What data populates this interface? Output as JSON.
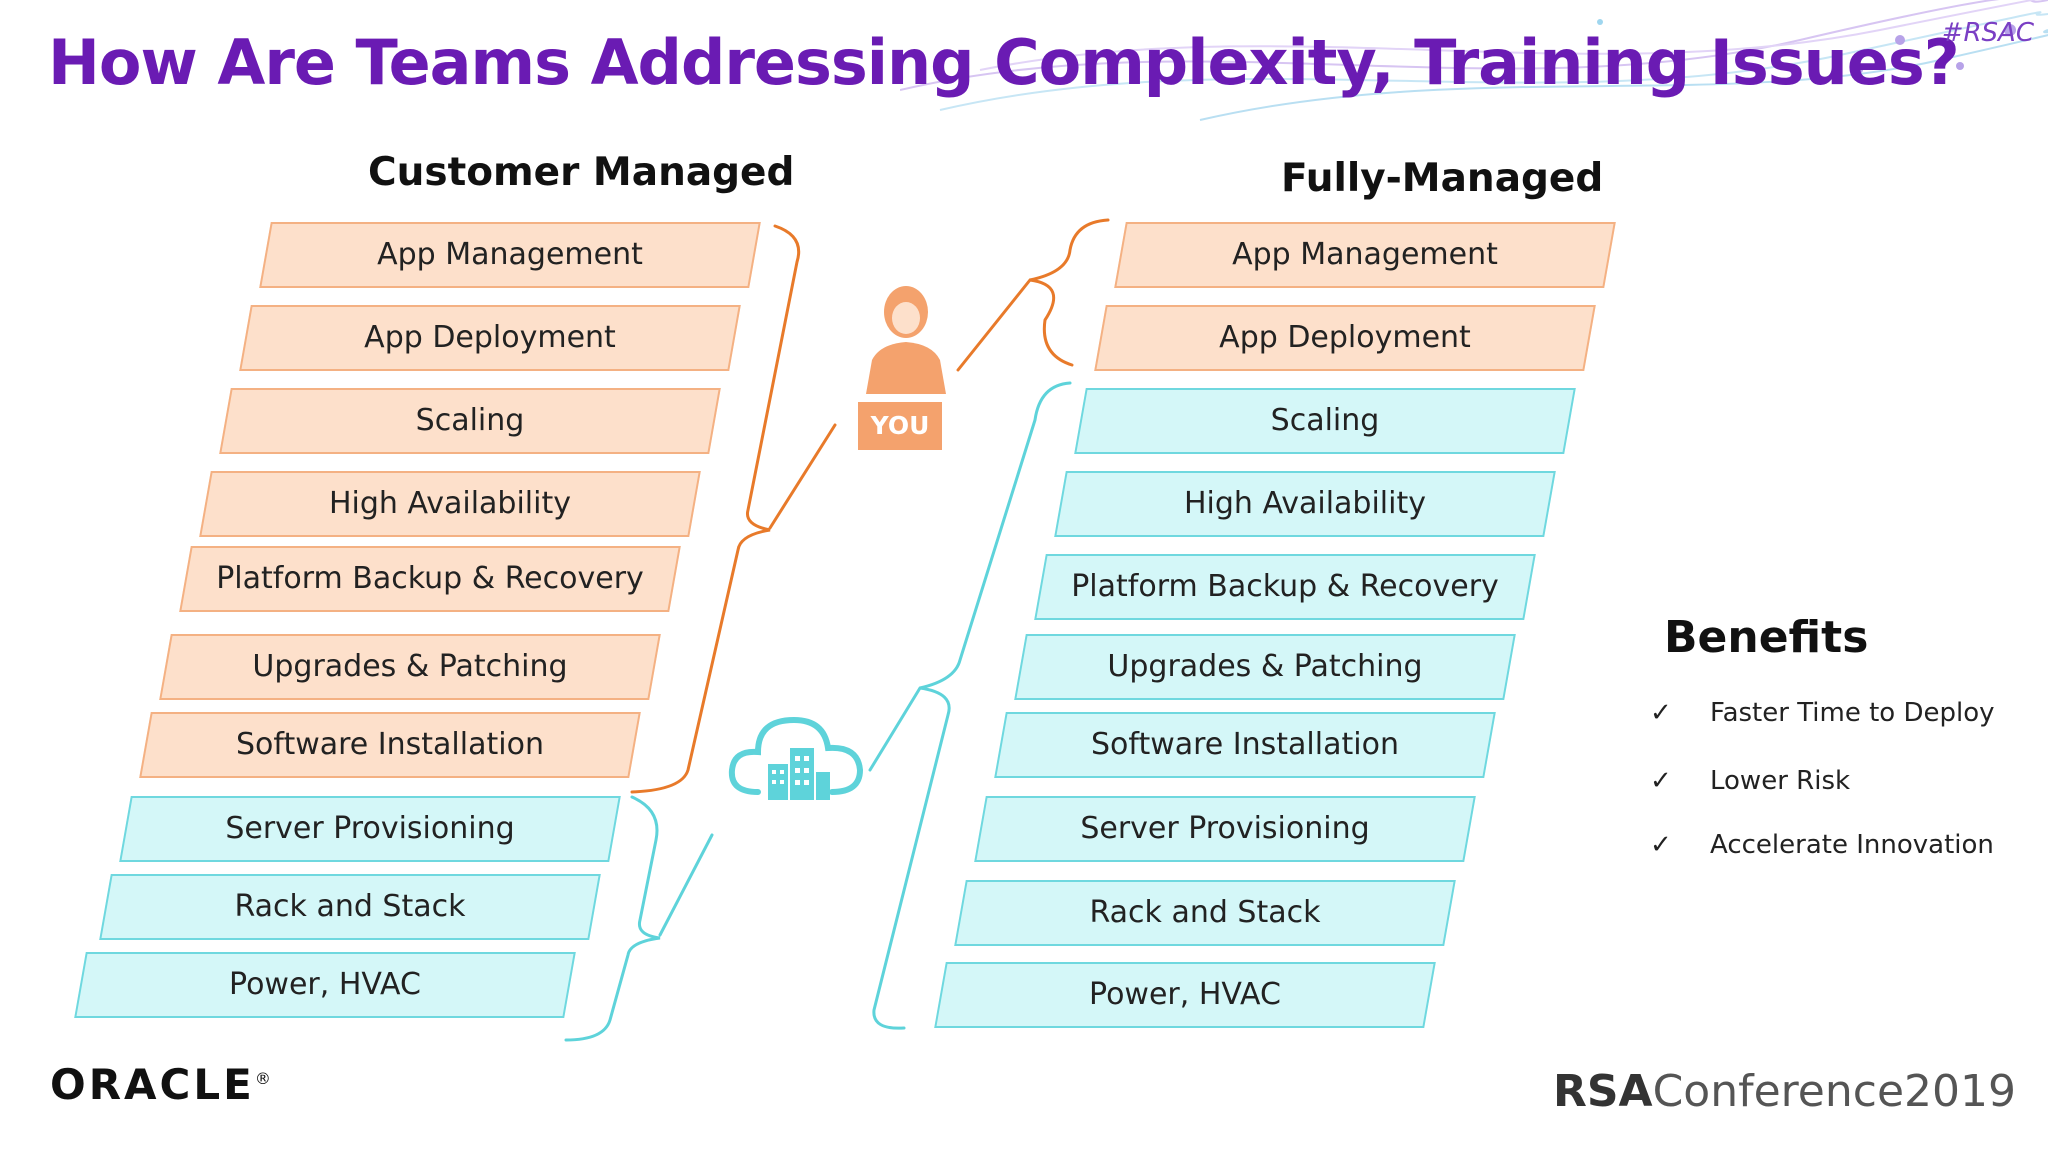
{
  "slide": {
    "title": "How Are Teams Addressing Complexity, Training Issues?",
    "hashtag": "#RSAC"
  },
  "customer_managed": {
    "heading": "Customer Managed",
    "layers": [
      {
        "label": "App Management",
        "owner": "you"
      },
      {
        "label": "App Deployment",
        "owner": "you"
      },
      {
        "label": "Scaling",
        "owner": "you"
      },
      {
        "label": "High Availability",
        "owner": "you"
      },
      {
        "label": "Platform Backup & Recovery",
        "owner": "you"
      },
      {
        "label": "Upgrades & Patching",
        "owner": "you"
      },
      {
        "label": "Software Installation",
        "owner": "you"
      },
      {
        "label": "Server Provisioning",
        "owner": "cloud"
      },
      {
        "label": "Rack and Stack",
        "owner": "cloud"
      },
      {
        "label": "Power, HVAC",
        "owner": "cloud"
      }
    ]
  },
  "fully_managed": {
    "heading": "Fully-Managed",
    "layers": [
      {
        "label": "App Management",
        "owner": "you"
      },
      {
        "label": "App Deployment",
        "owner": "you"
      },
      {
        "label": "Scaling",
        "owner": "cloud"
      },
      {
        "label": "High Availability",
        "owner": "cloud"
      },
      {
        "label": "Platform Backup & Recovery",
        "owner": "cloud"
      },
      {
        "label": "Upgrades & Patching",
        "owner": "cloud"
      },
      {
        "label": "Software Installation",
        "owner": "cloud"
      },
      {
        "label": "Server Provisioning",
        "owner": "cloud"
      },
      {
        "label": "Rack and Stack",
        "owner": "cloud"
      },
      {
        "label": "Power, HVAC",
        "owner": "cloud"
      }
    ]
  },
  "you_badge": {
    "label": "YOU",
    "icon": "person-icon"
  },
  "cloud_badge": {
    "icon": "cloud-building-icon"
  },
  "benefits": {
    "heading": "Benefits",
    "check_mark": "✓",
    "items": [
      "Faster Time to Deploy",
      "Lower Risk",
      "Accelerate Innovation"
    ]
  },
  "footer": {
    "oracle_logo": "ORACLE",
    "registered": "®",
    "rsa_bold": "RSA",
    "conference": "Conference2019"
  },
  "colors": {
    "title": "#6a1bb3",
    "customer_fill": "#fde0cb",
    "customer_border": "#f4b183",
    "provider_fill": "#d4f7f8",
    "provider_border": "#6fd8df",
    "brace_orange": "#e87a2a",
    "brace_cyan": "#5ed3da"
  }
}
